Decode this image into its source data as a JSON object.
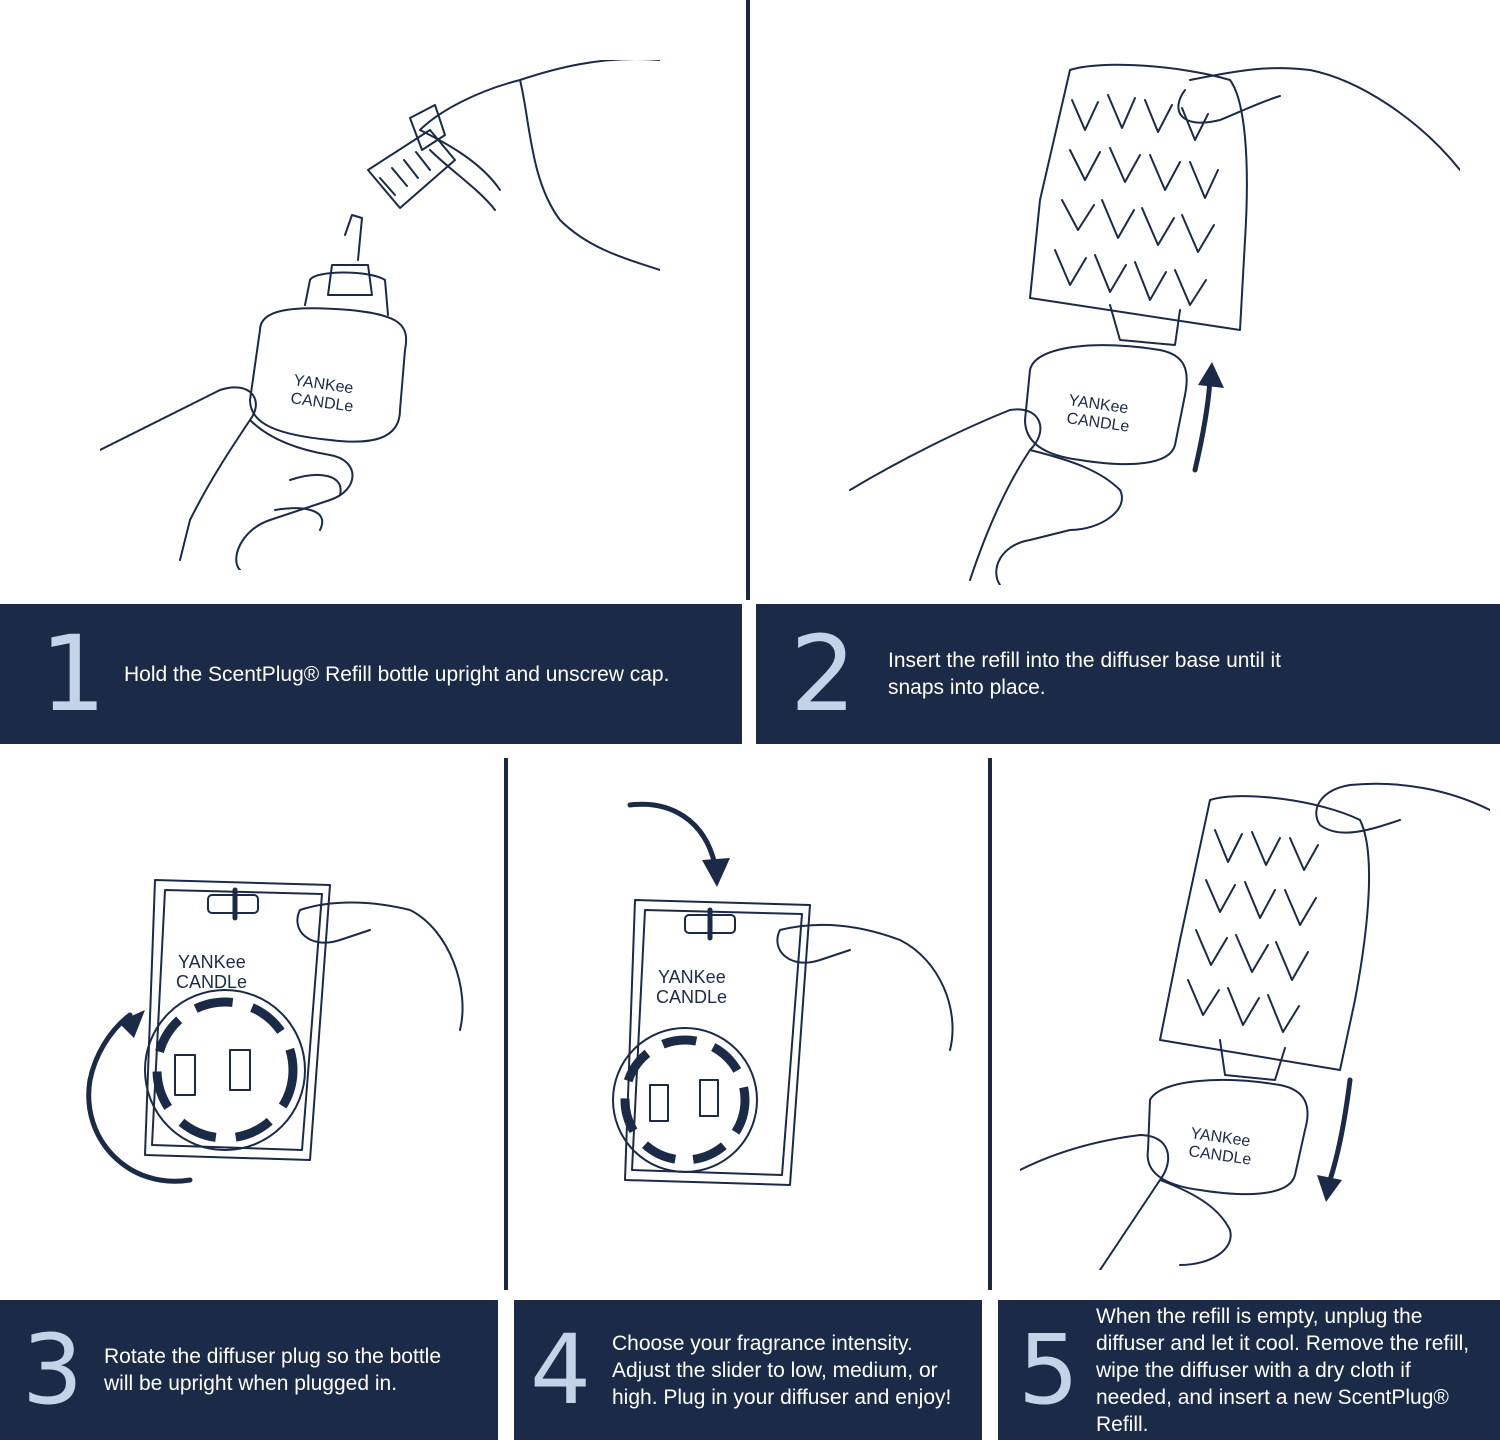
{
  "brand_logo": {
    "line1": "YANKee",
    "line2": "CANDLe"
  },
  "steps": [
    {
      "number": "1",
      "text": "Hold the ScentPlug® Refill bottle upright and unscrew cap."
    },
    {
      "number": "2",
      "text": "Insert the refill into the diffuser base until it snaps into place."
    },
    {
      "number": "3",
      "text": "Rotate the diffuser plug so the bottle will be upright when plugged in."
    },
    {
      "number": "4",
      "text": "Choose your fragrance intensity. Adjust the slider to low, medium, or high. Plug in your diffuser and enjoy!"
    },
    {
      "number": "5",
      "text": "When the refill is empty, unplug the diffuser and let it cool. Remove the refill, wipe the diffuser with a dry cloth if needed, and insert a new ScentPlug® Refill."
    }
  ],
  "colors": {
    "band_bg": "#1b2a47",
    "number": "#c5d3e8",
    "text": "#ffffff",
    "line": "#1b2a47"
  }
}
